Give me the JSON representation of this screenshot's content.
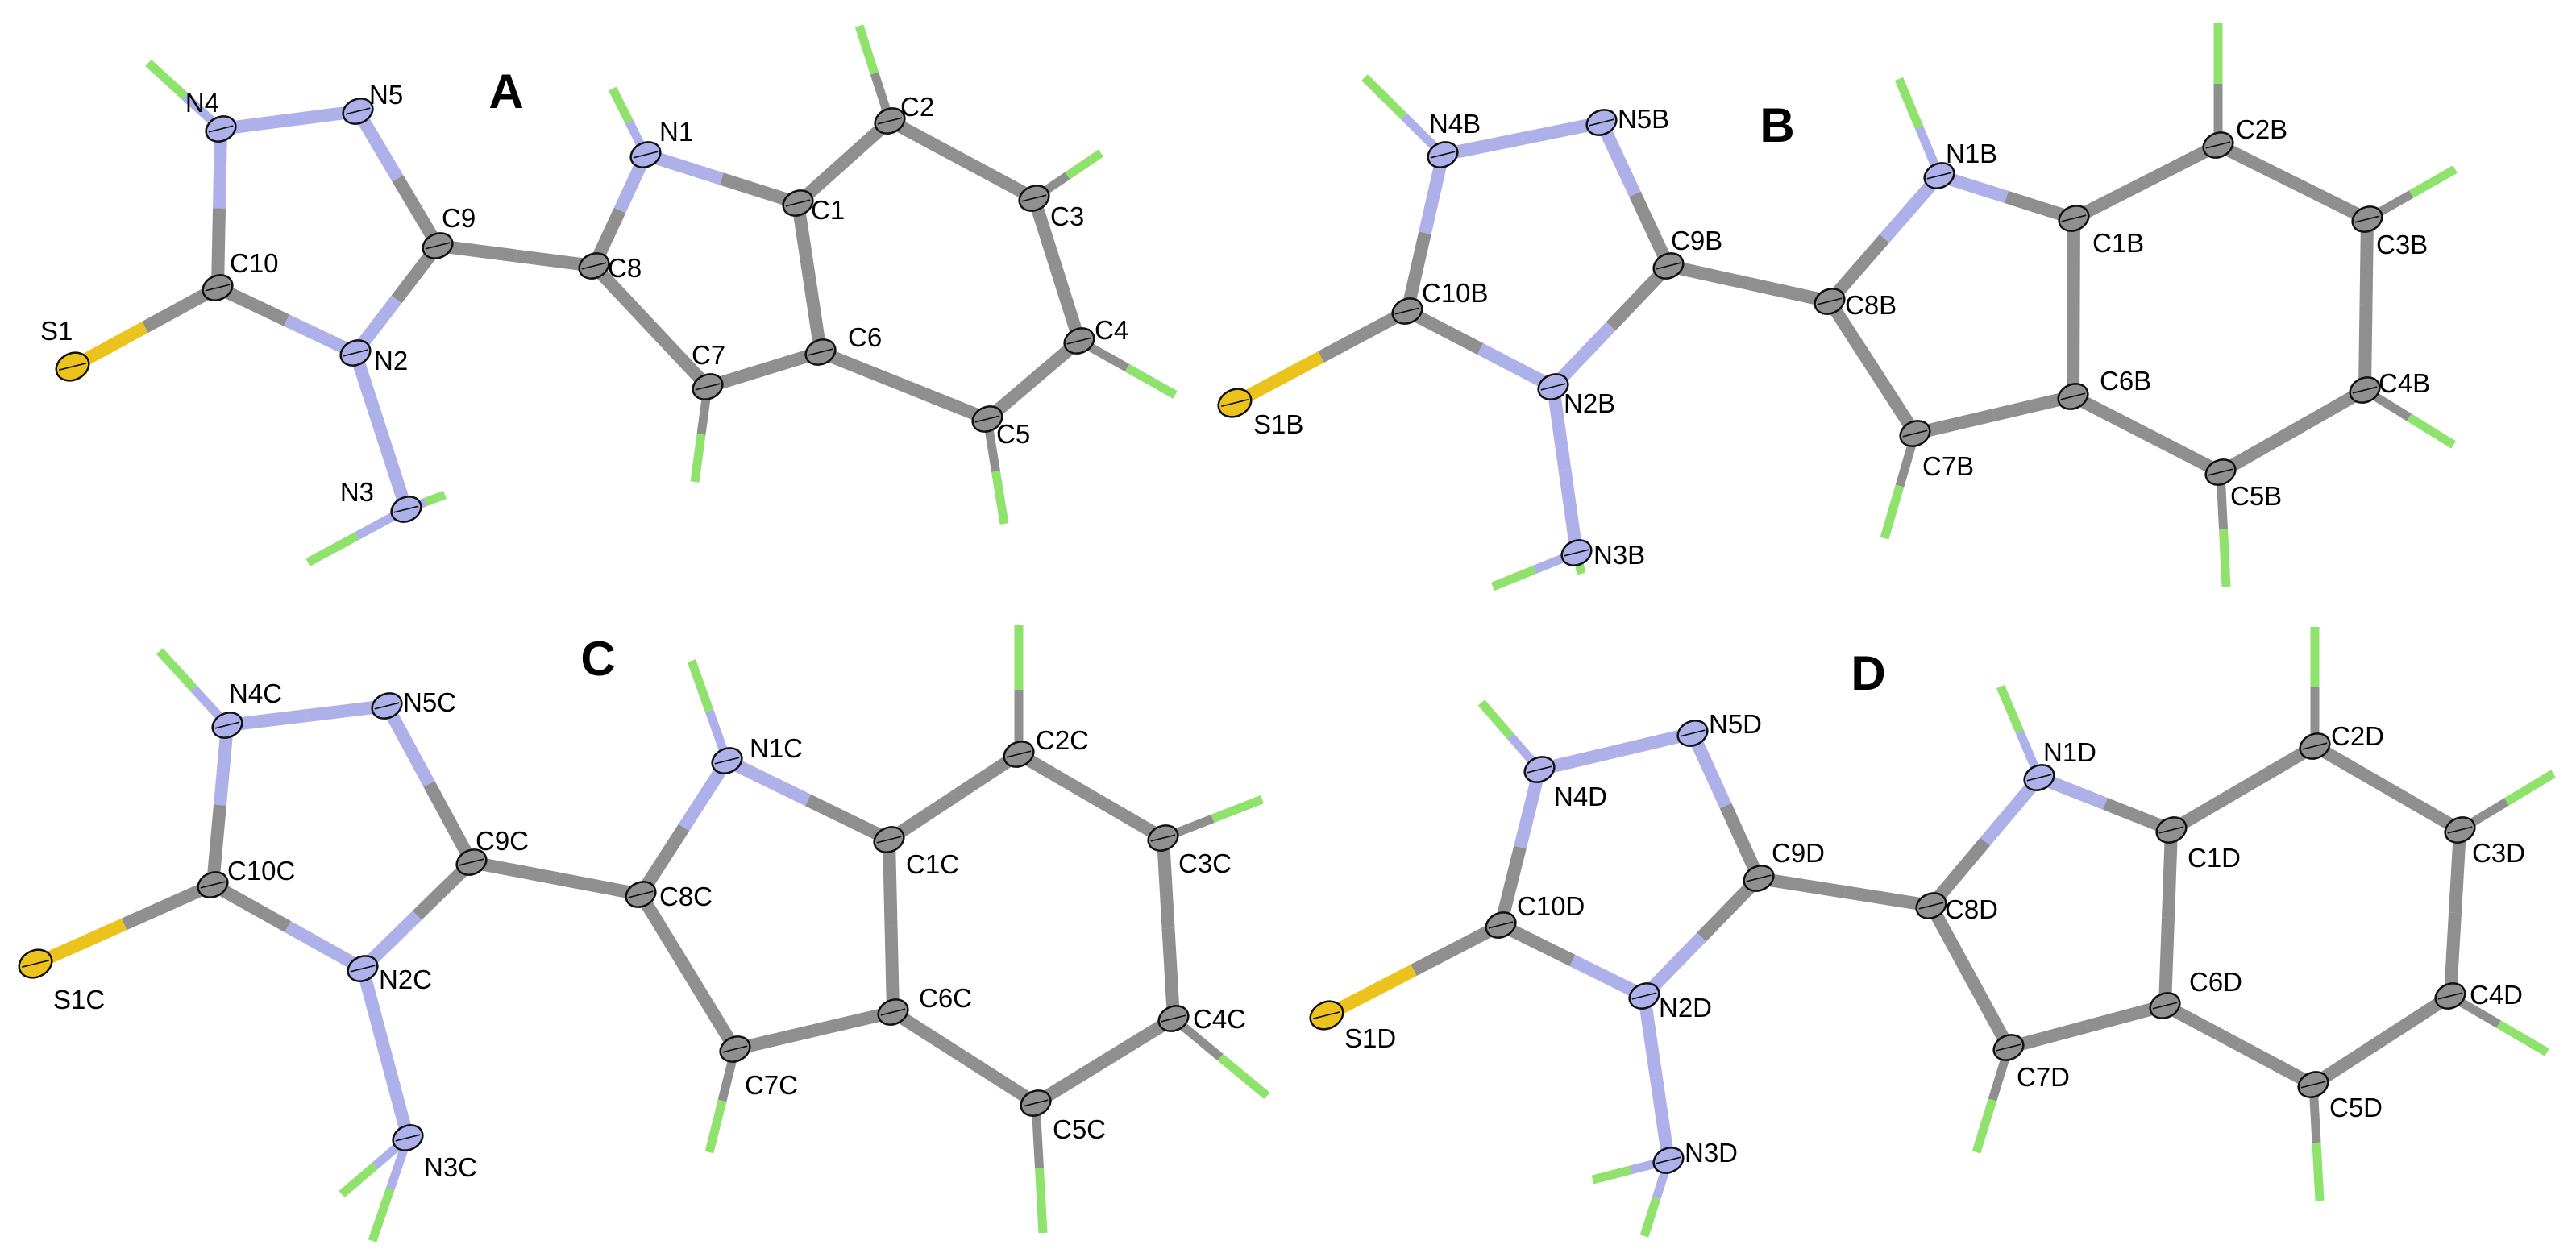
{
  "colors": {
    "carbon": "#8f8f8f",
    "nitrogen": "#aeb1e9",
    "sulfur": "#ecc21c",
    "hydrogen": "#8fe26b",
    "outline": "#111111"
  },
  "panels": [
    {
      "label": "A",
      "atoms": {
        "N1": "N1",
        "N2": "N2",
        "N3": "N3",
        "N4": "N4",
        "N5": "N5",
        "C1": "C1",
        "C2": "C2",
        "C3": "C3",
        "C4": "C4",
        "C5": "C5",
        "C6": "C6",
        "C7": "C7",
        "C8": "C8",
        "C9": "C9",
        "C10": "C10",
        "S1": "S1"
      }
    },
    {
      "label": "B",
      "atoms": {
        "N1": "N1B",
        "N2": "N2B",
        "N3": "N3B",
        "N4": "N4B",
        "N5": "N5B",
        "C1": "C1B",
        "C2": "C2B",
        "C3": "C3B",
        "C4": "C4B",
        "C5": "C5B",
        "C6": "C6B",
        "C7": "C7B",
        "C8": "C8B",
        "C9": "C9B",
        "C10": "C10B",
        "S1": "S1B"
      }
    },
    {
      "label": "C",
      "atoms": {
        "N1": "N1C",
        "N2": "N2C",
        "N3": "N3C",
        "N4": "N4C",
        "N5": "N5C",
        "C1": "C1C",
        "C2": "C2C",
        "C3": "C3C",
        "C4": "C4C",
        "C5": "C5C",
        "C6": "C6C",
        "C7": "C7C",
        "C8": "C8C",
        "C9": "C9C",
        "C10": "C10C",
        "S1": "S1C"
      }
    },
    {
      "label": "D",
      "atoms": {
        "N1": "N1D",
        "N2": "N2D",
        "N3": "N3D",
        "N4": "N4D",
        "N5": "N5D",
        "C1": "C1D",
        "C2": "C2D",
        "C3": "C3D",
        "C4": "C4D",
        "C5": "C5D",
        "C6": "C6D",
        "C7": "C7D",
        "C8": "C8D",
        "C9": "C9D",
        "C10": "C10D",
        "S1": "S1D"
      }
    }
  ]
}
